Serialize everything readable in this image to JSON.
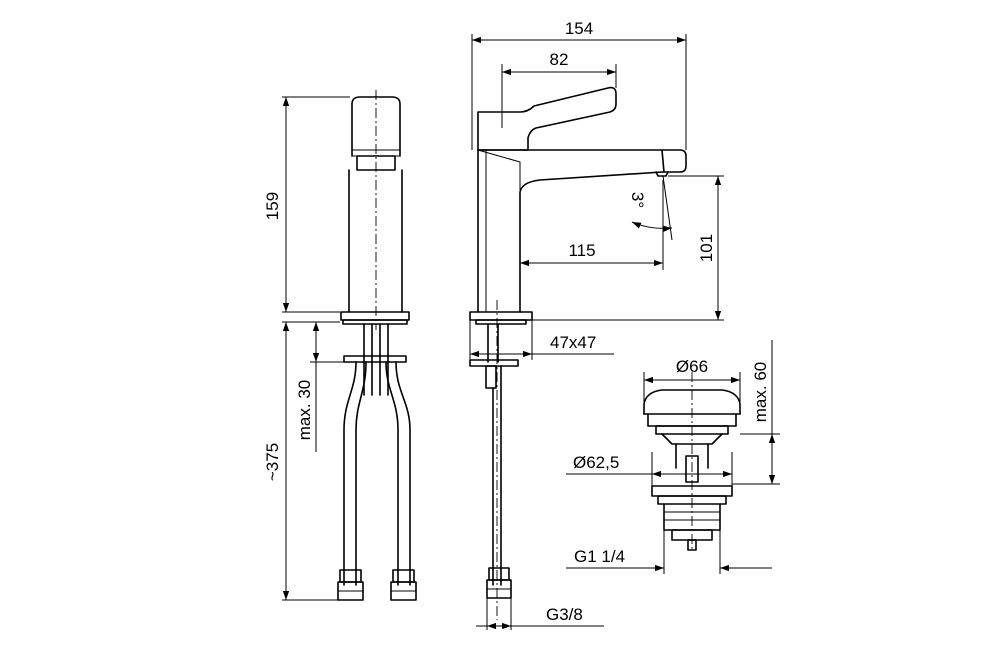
{
  "dimensions": {
    "overall_width": "154",
    "lever_length": "82",
    "spout_reach": "115",
    "spout_height": "101",
    "spout_angle": "3°",
    "body_height": "159",
    "total_height": "~375",
    "max_counter_thickness": "max. 30",
    "base_plate": "47x47",
    "waste_head_diameter": "Ø66",
    "waste_max_height": "max. 60",
    "waste_flange_diameter": "Ø62,5",
    "waste_thread": "G1 1/4",
    "hose_thread": "G3/8"
  }
}
